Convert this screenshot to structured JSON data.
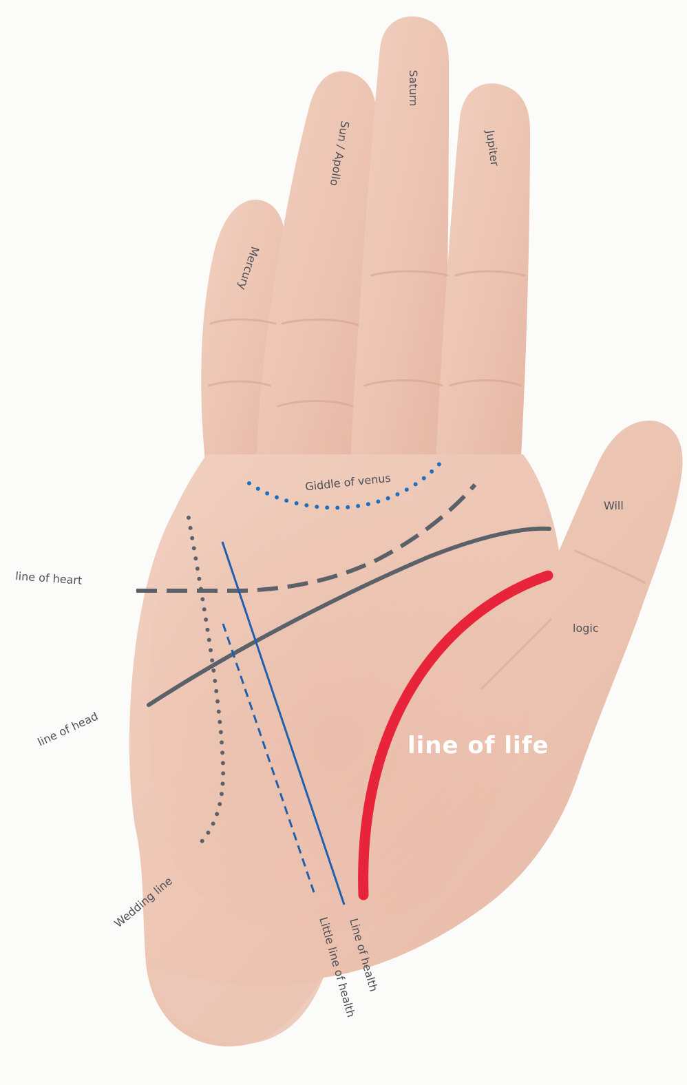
{
  "labels": {
    "fingers": {
      "mercury": "Mercury",
      "sun_apollo": "Sun / Apollo",
      "saturn": "Saturn",
      "jupiter": "Jupiter"
    },
    "thumb": {
      "will": "Will",
      "logic": "logic"
    },
    "lines": {
      "girdle_of_venus": "Giddle of venus",
      "line_of_heart": "line of heart",
      "line_of_head": "line of head",
      "line_of_life": "line of life",
      "wedding_line": "Wedding line",
      "line_of_health": "Line of health",
      "little_line_of_health": "Little line of health"
    }
  },
  "colors": {
    "background": "#fbfbf9",
    "skin": "#eec9b7",
    "skin_shadow": "#d9ab98",
    "line_gray": "#5b6169",
    "line_blue": "#1f5fae",
    "dot_blue": "#1e6fc0",
    "line_red": "#e8243b",
    "text": "#4b4f57",
    "text_life": "#ffffff"
  }
}
